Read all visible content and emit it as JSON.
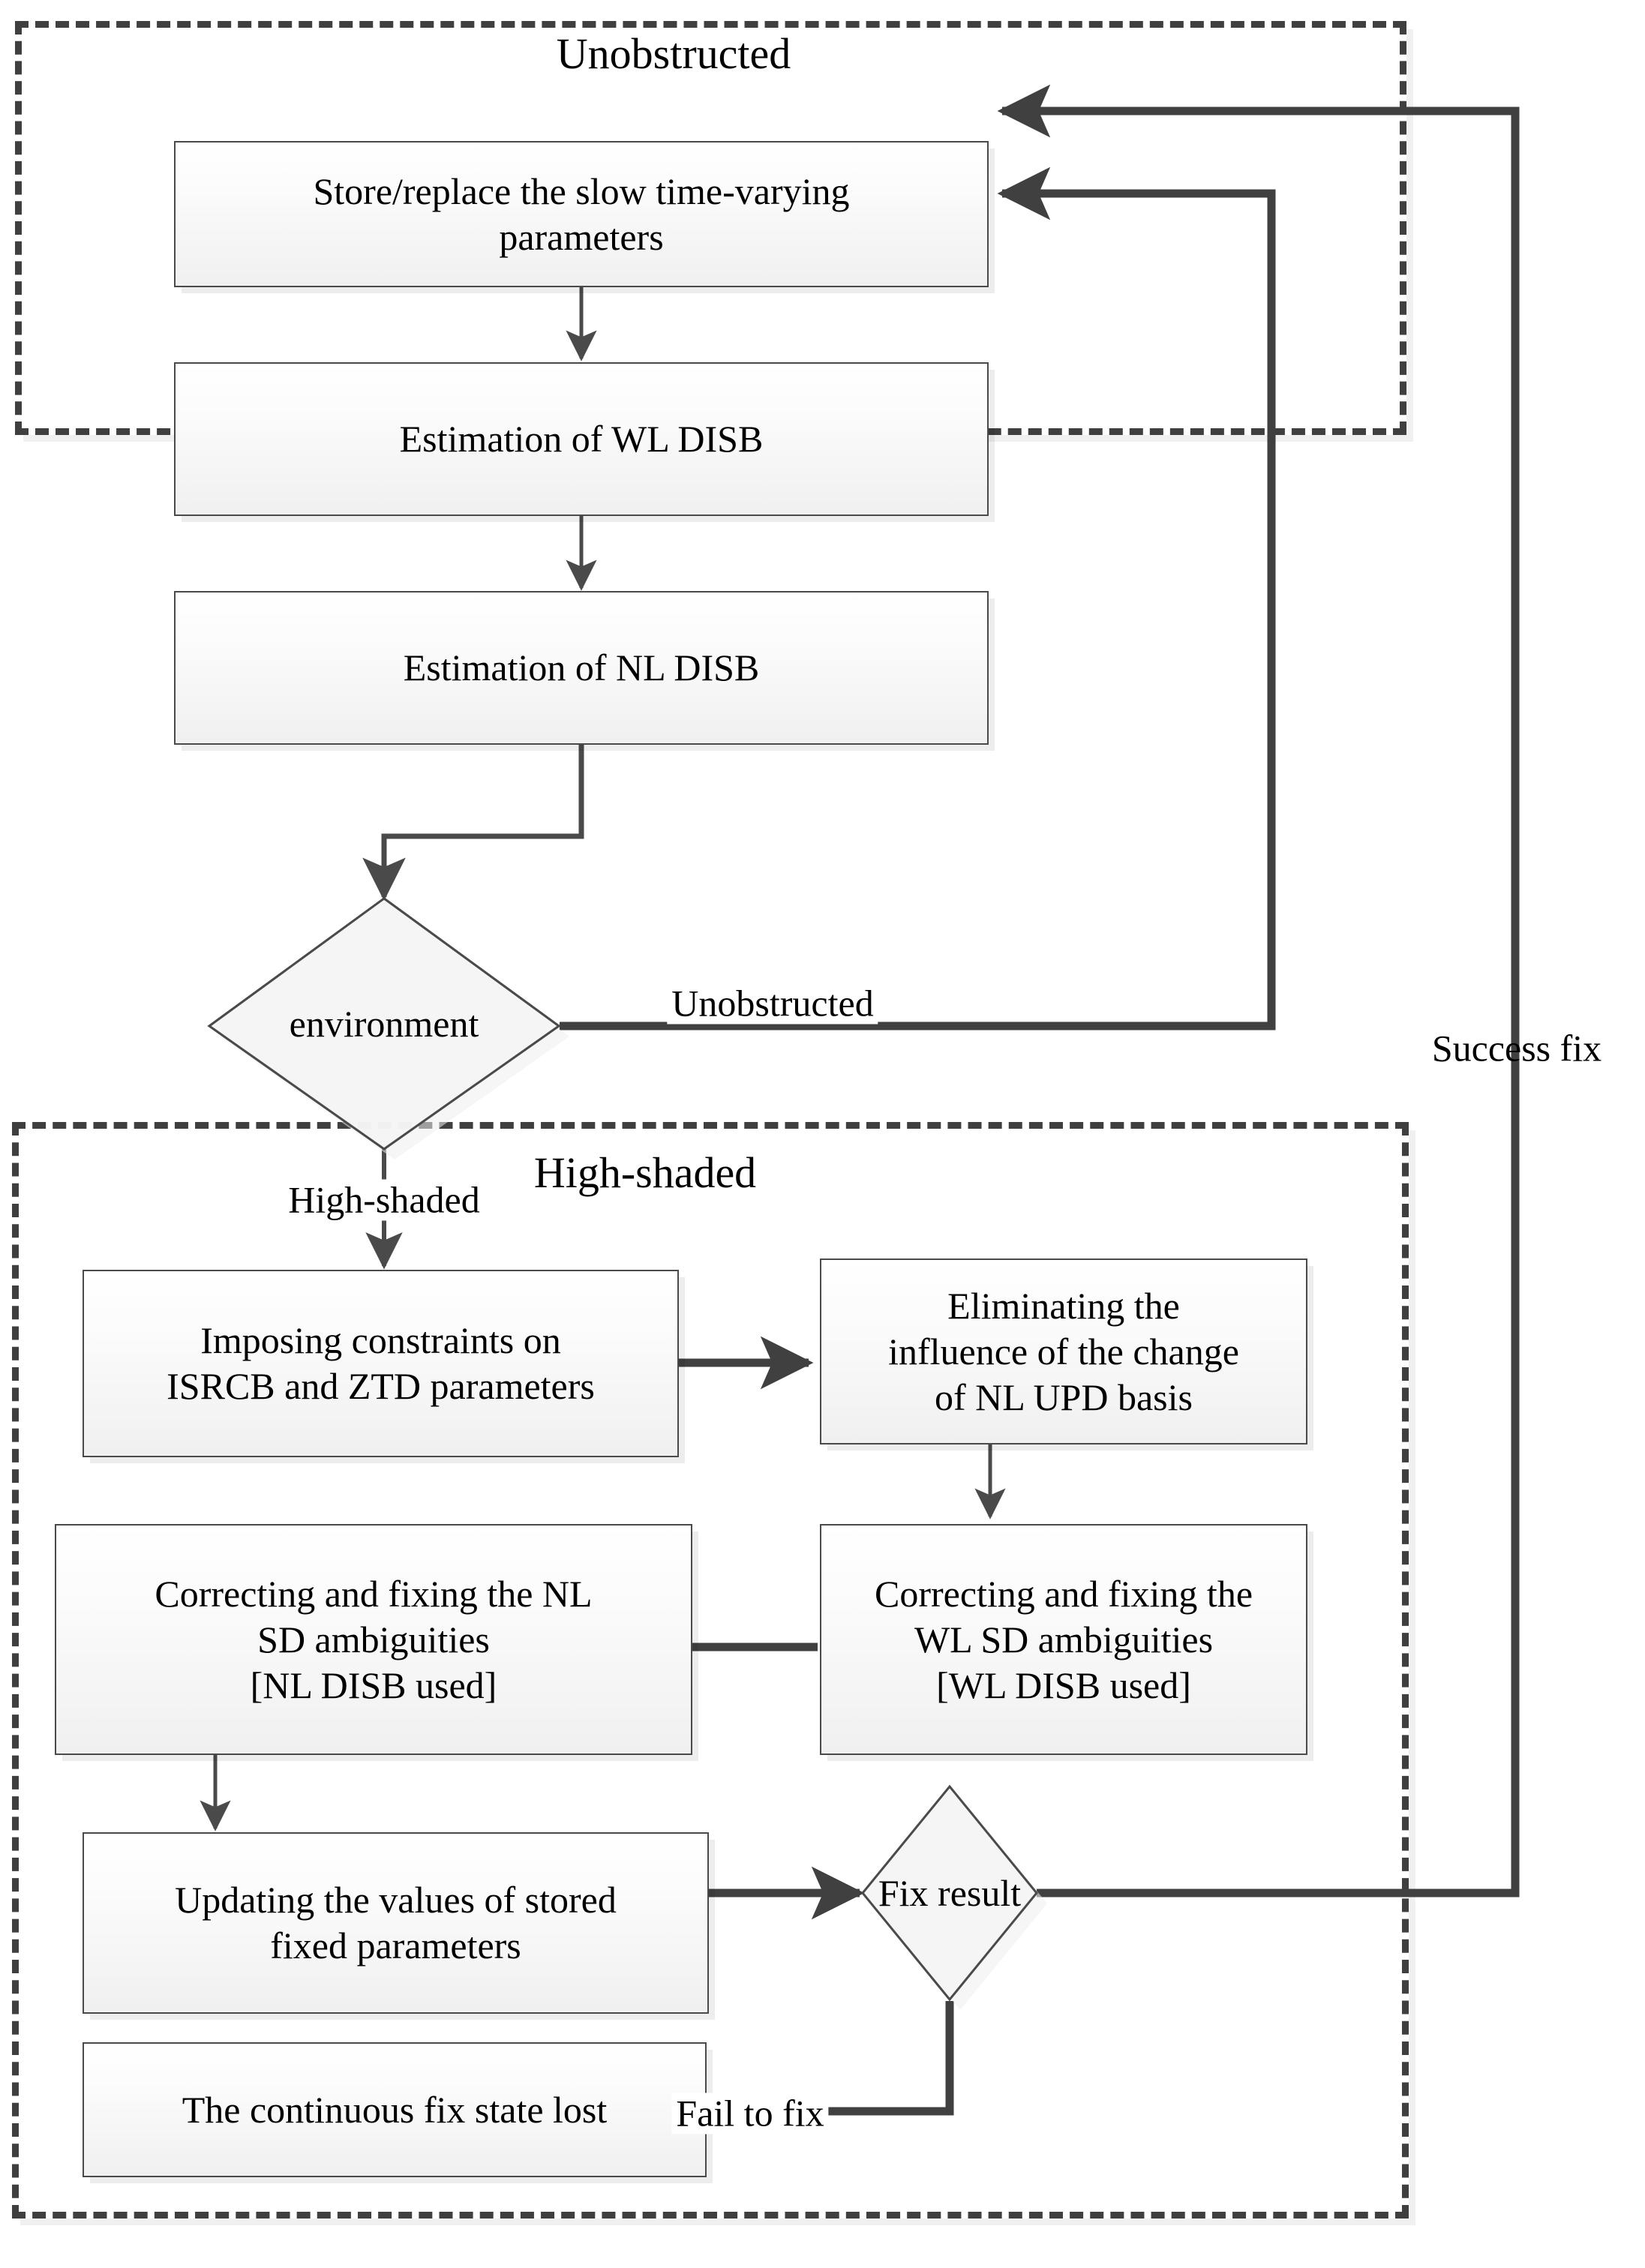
{
  "diagram": {
    "title_unobstructed": "Unobstructed",
    "title_high_shaded": "High-shaded"
  },
  "groups": [
    {
      "id": "unobstructed-group",
      "label": "Unobstructed"
    },
    {
      "id": "high-shaded-group",
      "label": "High-shaded"
    }
  ],
  "nodes": {
    "store_replace": "Store/replace the slow time-varying\nparameters",
    "est_wl_disb": "Estimation of WL DISB",
    "est_nl_disb": "Estimation of NL DISB",
    "imposing_constraints": "Imposing constraints on\nISRCB and ZTD parameters",
    "eliminating_influence": "Eliminating the\ninfluence of the change\nof NL UPD basis",
    "correcting_nl": "Correcting and fixing the NL\nSD ambiguities\n[NL DISB used]",
    "correcting_wl": "Correcting and fixing the\nWL SD ambiguities\n[WL DISB used]",
    "updating_values": "Updating the values of stored\nfixed parameters",
    "continuous_fix_lost": "The continuous fix state lost"
  },
  "decisions": {
    "environment": "environment",
    "fix_result": "Fix result"
  },
  "edge_labels": {
    "unobstructed": "Unobstructed",
    "high_shaded": "High-shaded",
    "success_fix": "Success fix",
    "fail_to_fix": "Fail to fix"
  },
  "colors": {
    "border": "#4a4a4a",
    "dashed_border": "#3f3f3f",
    "arrow": "#404040",
    "node_fill_top": "#ffffff",
    "node_fill_bottom": "#f0f0f0",
    "text": "#000000"
  }
}
